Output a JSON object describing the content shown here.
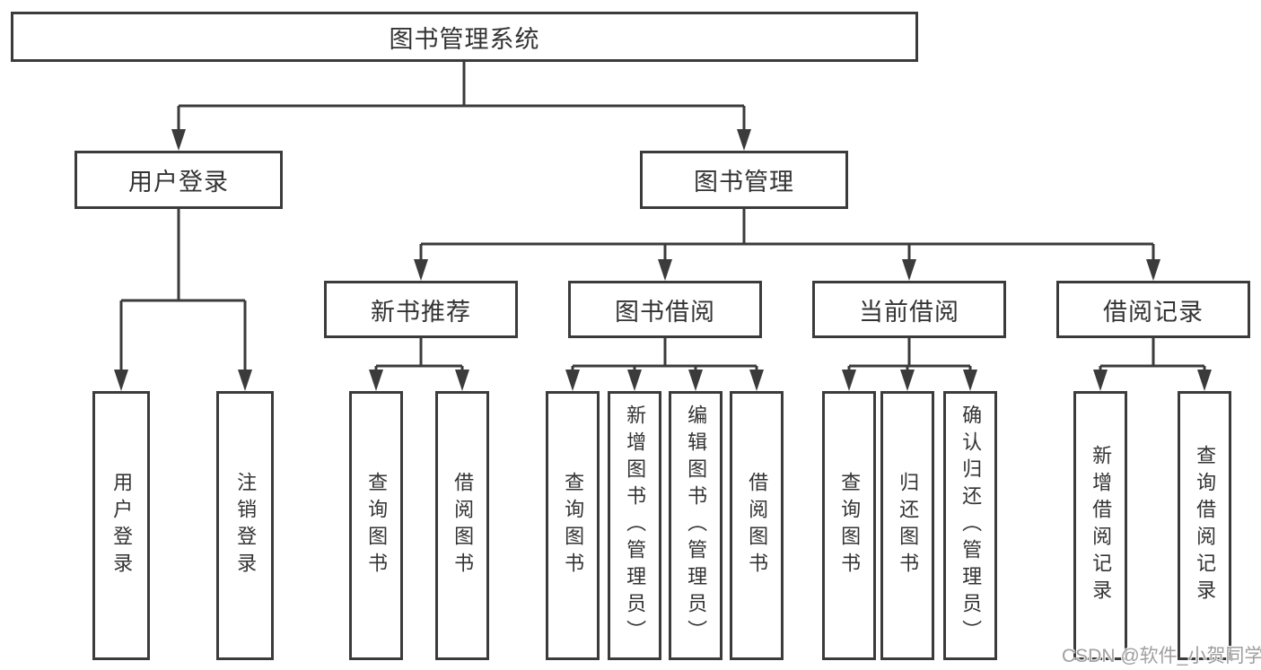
{
  "colors": {
    "line": "#3b3b3b",
    "text": "#333333",
    "background": "#ffffff",
    "watermark": "#9f9f9f"
  },
  "tree": {
    "label": "图书管理系统",
    "children": [
      {
        "label": "用户登录",
        "children": [
          {
            "label": "用户登录"
          },
          {
            "label": "注销登录"
          }
        ]
      },
      {
        "label": "图书管理",
        "children": [
          {
            "label": "新书推荐",
            "children": [
              {
                "label": "查询图书"
              },
              {
                "label": "借阅图书"
              }
            ]
          },
          {
            "label": "图书借阅",
            "children": [
              {
                "label": "查询图书"
              },
              {
                "label": "新增图书（管理员）"
              },
              {
                "label": "编辑图书（管理员）"
              },
              {
                "label": "借阅图书"
              }
            ]
          },
          {
            "label": "当前借阅",
            "children": [
              {
                "label": "查询图书"
              },
              {
                "label": "归还图书"
              },
              {
                "label": "确认归还（管理员）"
              }
            ]
          },
          {
            "label": "借阅记录",
            "children": [
              {
                "label": "新增借阅记录"
              },
              {
                "label": "查询借阅记录"
              }
            ]
          }
        ]
      }
    ]
  },
  "watermark": {
    "text": "CSDN @软件_小贺同学"
  }
}
